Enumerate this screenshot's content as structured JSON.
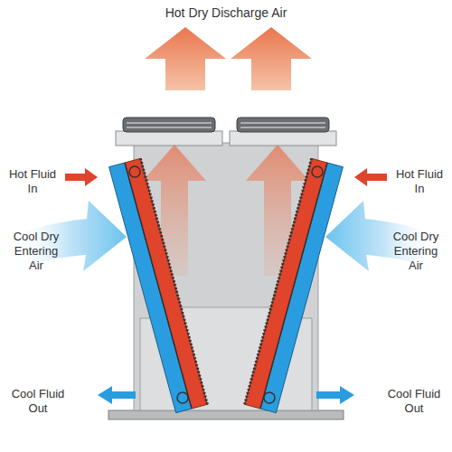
{
  "diagram": {
    "labels": [
      "Hot Dry Discharge Air",
      "Hot Fluid In",
      "Hot Fluid In",
      "Cool Dry Entering Air",
      "Cool Dry Entering Air",
      "Cool Fluid Out",
      "Cool Fluid Out"
    ]
  }
}
